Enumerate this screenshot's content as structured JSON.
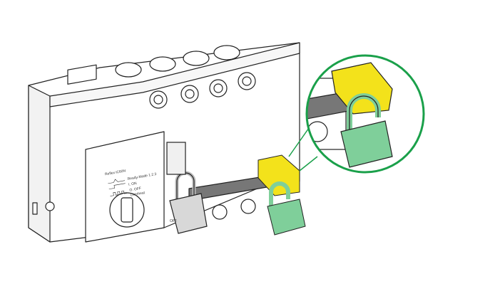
{
  "device": {
    "brand_label": "Reflex iC60N",
    "mode_label": "Ready-Mode 1.2.3",
    "on_label": "I. ON",
    "off_label": "O. OFF",
    "overheat_label": "Overheat",
    "handle_off_label": "OFF"
  },
  "colors": {
    "outline": "#222222",
    "padlock_green": "#7fcf9a",
    "lockout_yellow": "#f3e21b",
    "padlock_grey": "#d8d8d8",
    "magnifier_ring": "#1aa04a"
  }
}
